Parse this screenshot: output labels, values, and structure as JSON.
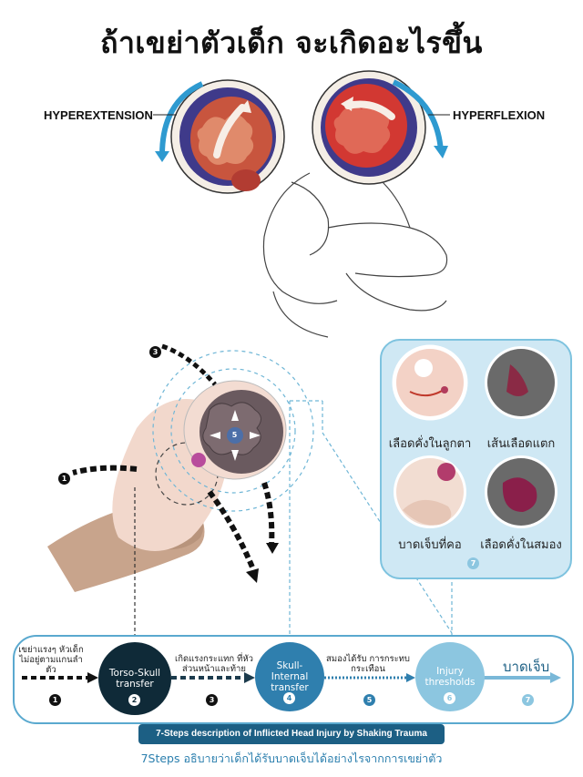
{
  "title": "ถ้าเขย่าตัวเด็ก จะเกิดอะไรขึ้น",
  "labels": {
    "hyperextension": "HYPEREXTENSION",
    "hyperflexion": "HYPERFLEXION"
  },
  "callouts": [
    {
      "num": "3"
    },
    {
      "num": "1"
    },
    {
      "num": "5"
    }
  ],
  "injuries": {
    "eye": "เลือดคั่งในลูกตา",
    "vessel": "เส้นเลือดแตก",
    "neck": "บาดเจ็บที่คอ",
    "brain": "เลือดคั่งในสมอง",
    "panel_num": "7"
  },
  "steps": [
    {
      "num": "1",
      "text": "เขย่าแรงๆ หัวเด็กไม่อยู่ตามแกนลำตัว"
    },
    {
      "num": "2",
      "text": "Torso-Skull transfer"
    },
    {
      "num": "3",
      "text": "เกิดแรงกระแทก ที่หัวส่วนหน้าและท้าย"
    },
    {
      "num": "4",
      "text": "Skull-Internal transfer"
    },
    {
      "num": "5",
      "text": "สมองได้รับ การกระทบกระเทือน"
    },
    {
      "num": "6",
      "text": "Injury thresholds"
    },
    {
      "num": "7",
      "text": "บาดเจ็บ"
    }
  ],
  "banner": "7-Steps description of Inflicted Head Injury by Shaking Trauma",
  "footer": "7Steps อธิบายว่าเด็กได้รับบาดเจ็บได้อย่างไรจากการเขย่าตัว",
  "colors": {
    "dark": "#0f2a38",
    "mid_blue": "#2f7fae",
    "light_blue": "#8cc6e0",
    "panel_bg": "#cfe8f4",
    "brain_red": "#d63a3a"
  }
}
